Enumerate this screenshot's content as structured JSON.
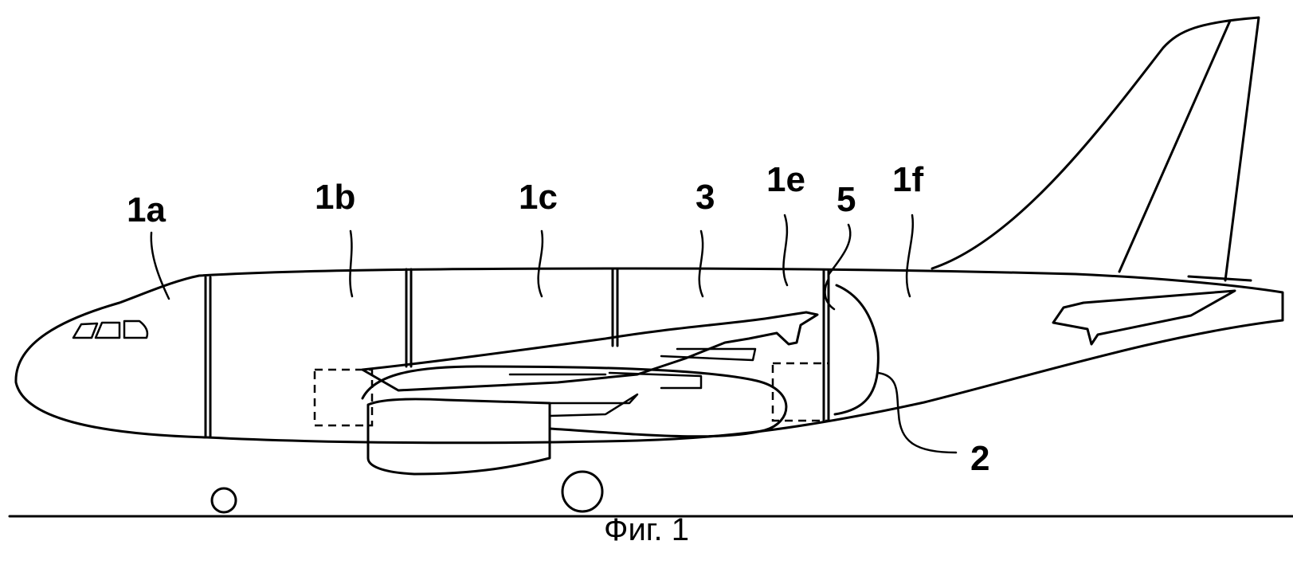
{
  "labels": {
    "cockpit_zone": "1a",
    "zone_b": "1b",
    "zone_c": "1c",
    "zone_3": "3",
    "zone_e": "1e",
    "zone_5": "5",
    "zone_f": "1f",
    "item_2": "2"
  },
  "caption": "Фиг. 1"
}
